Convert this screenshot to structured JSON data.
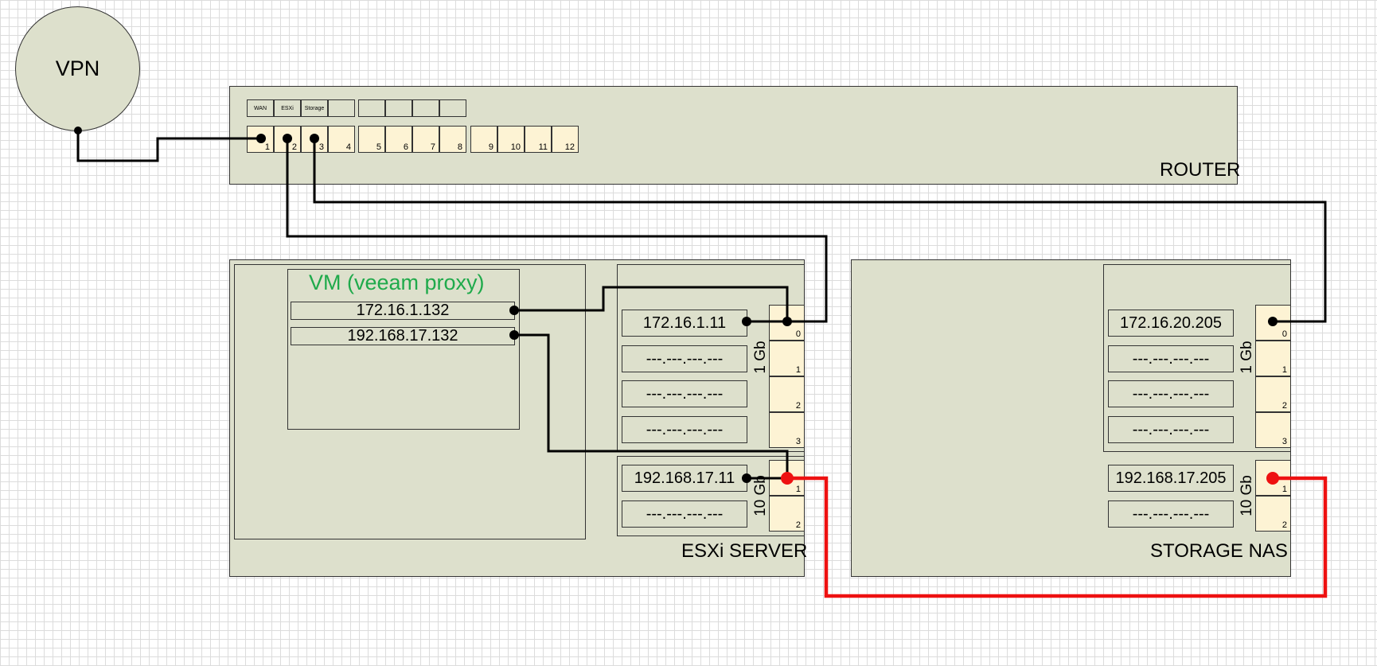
{
  "vpn": {
    "label": "VPN"
  },
  "router": {
    "title": "ROUTER",
    "port_labels": [
      "WAN",
      "ESXi",
      "Storage",
      "",
      "",
      "",
      "",
      ""
    ],
    "ports": [
      "1",
      "2",
      "3",
      "4",
      "5",
      "6",
      "7",
      "8",
      "9",
      "10",
      "11",
      "12"
    ]
  },
  "esxi": {
    "title": "ESXi SERVER",
    "vm": {
      "title": "VM (veeam proxy)",
      "ips": [
        "172.16.1.132",
        "192.168.17.132"
      ]
    },
    "nic_1gb": {
      "speed": "1 Gb",
      "ips": [
        "172.16.1.11",
        "---.---.---.---",
        "---.---.---.---",
        "---.---.---.---"
      ],
      "ports": [
        "0",
        "1",
        "2",
        "3"
      ]
    },
    "nic_10gb": {
      "speed": "10 Gb",
      "ips": [
        "192.168.17.11",
        "---.---.---.---"
      ],
      "ports": [
        "1",
        "2"
      ]
    }
  },
  "nas": {
    "title": "STORAGE NAS",
    "nic_1gb": {
      "speed": "1 Gb",
      "ips": [
        "172.16.20.205",
        "---.---.---.---",
        "---.---.---.---",
        "---.---.---.---"
      ],
      "ports": [
        "0",
        "1",
        "2",
        "3"
      ]
    },
    "nic_10gb": {
      "speed": "10 Gb",
      "ips": [
        "192.168.17.205",
        "---.---.---.---"
      ],
      "ports": [
        "1",
        "2"
      ]
    }
  },
  "colors": {
    "box_fill": "#dde0cc",
    "port_fill": "#fdf3d4",
    "link_1gb": "#000000",
    "link_10gb": "#ee1111",
    "vm_title": "#1faa4b"
  }
}
